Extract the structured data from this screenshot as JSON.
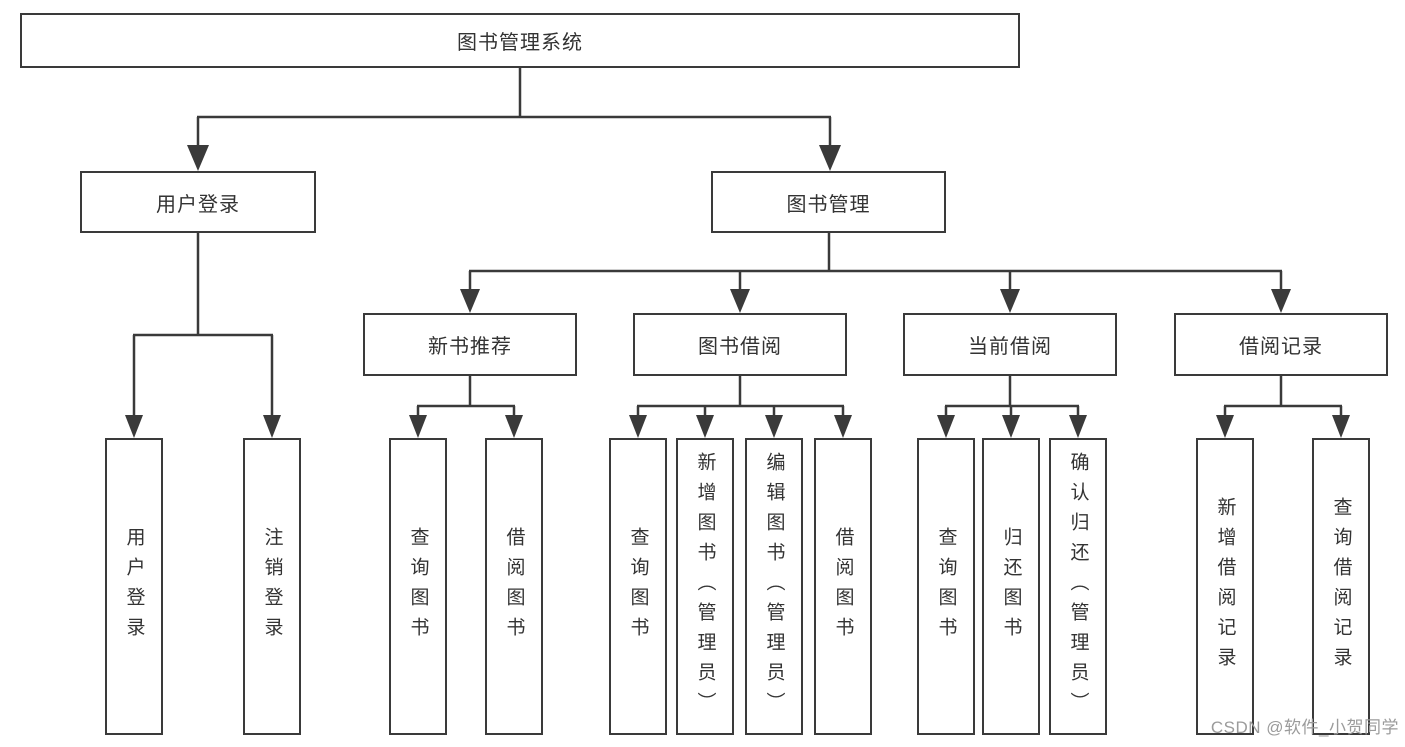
{
  "diagram": {
    "root": {
      "label": "图书管理系统"
    },
    "level2": [
      {
        "id": "user-login",
        "label": "用户登录"
      },
      {
        "id": "book-management",
        "label": "图书管理"
      }
    ],
    "level3": [
      {
        "id": "new-book-recommend",
        "label": "新书推荐"
      },
      {
        "id": "book-borrow",
        "label": "图书借阅"
      },
      {
        "id": "current-borrow",
        "label": "当前借阅"
      },
      {
        "id": "borrow-records",
        "label": "借阅记录"
      }
    ],
    "leaves": [
      {
        "id": "leaf-user-login",
        "label": "用户登录"
      },
      {
        "id": "leaf-logout",
        "label": "注销登录"
      },
      {
        "id": "leaf-query-books-recommend",
        "label": "查询图书"
      },
      {
        "id": "leaf-borrow-books-recommend",
        "label": "借阅图书"
      },
      {
        "id": "leaf-query-books-borrow",
        "label": "查询图书"
      },
      {
        "id": "leaf-add-book-admin",
        "label": "新增图书（管理员）"
      },
      {
        "id": "leaf-edit-book-admin",
        "label": "编辑图书（管理员）"
      },
      {
        "id": "leaf-borrow-books",
        "label": "借阅图书"
      },
      {
        "id": "leaf-query-books-current",
        "label": "查询图书"
      },
      {
        "id": "leaf-return-book",
        "label": "归还图书"
      },
      {
        "id": "leaf-confirm-return-admin",
        "label": "确认归还（管理员）"
      },
      {
        "id": "leaf-add-borrow-record",
        "label": "新增借阅记录"
      },
      {
        "id": "leaf-query-borrow-record",
        "label": "查询借阅记录"
      }
    ],
    "hierarchy": {
      "图书管理系统": [
        "用户登录",
        "图书管理"
      ],
      "用户登录": [
        "用户登录",
        "注销登录"
      ],
      "图书管理": [
        "新书推荐",
        "图书借阅",
        "当前借阅",
        "借阅记录"
      ],
      "新书推荐": [
        "查询图书",
        "借阅图书"
      ],
      "图书借阅": [
        "查询图书",
        "新增图书（管理员）",
        "编辑图书（管理员）",
        "借阅图书"
      ],
      "当前借阅": [
        "查询图书",
        "归还图书",
        "确认归还（管理员）"
      ],
      "借阅记录": [
        "新增借阅记录",
        "查询借阅记录"
      ]
    },
    "watermark": "CSDN @软件_小贺同学",
    "colors": {
      "line": "#3a3a3a",
      "text": "#333333",
      "watermark": "#9b9b9b",
      "background": "#ffffff"
    }
  }
}
